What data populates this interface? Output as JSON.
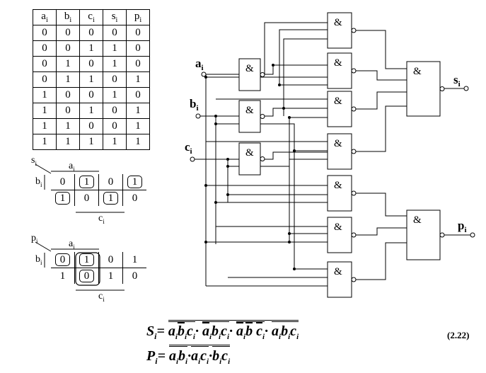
{
  "truth_table": {
    "headers": [
      {
        "base": "a",
        "sub": "i"
      },
      {
        "base": "b",
        "sub": "i"
      },
      {
        "base": "c",
        "sub": "i"
      },
      {
        "base": "s",
        "sub": "i"
      },
      {
        "base": "p",
        "sub": "i"
      }
    ],
    "rows": [
      [
        "0",
        "0",
        "0",
        "0",
        "0"
      ],
      [
        "0",
        "0",
        "1",
        "1",
        "0"
      ],
      [
        "0",
        "1",
        "0",
        "1",
        "0"
      ],
      [
        "0",
        "1",
        "1",
        "0",
        "1"
      ],
      [
        "1",
        "0",
        "0",
        "1",
        "0"
      ],
      [
        "1",
        "0",
        "1",
        "0",
        "1"
      ],
      [
        "1",
        "1",
        "0",
        "0",
        "1"
      ],
      [
        "1",
        "1",
        "1",
        "1",
        "1"
      ]
    ]
  },
  "kmap_s": {
    "function": {
      "base": "s",
      "sub": "i"
    },
    "top_var": {
      "base": "a",
      "sub": "i"
    },
    "left_var": {
      "base": "b",
      "sub": "i"
    },
    "bottom_var": {
      "base": "c",
      "sub": "i"
    },
    "rows": [
      [
        "0",
        "1",
        "0",
        "1"
      ],
      [
        "1",
        "0",
        "1",
        "0"
      ]
    ]
  },
  "kmap_p": {
    "function": {
      "base": "p",
      "sub": "i"
    },
    "top_var": {
      "base": "a",
      "sub": "i"
    },
    "left_var": {
      "base": "b",
      "sub": "i"
    },
    "bottom_var": {
      "base": "c",
      "sub": "i"
    },
    "rows": [
      [
        "0",
        "1",
        "0",
        "1"
      ],
      [
        "1",
        "0",
        "1",
        "0"
      ]
    ]
  },
  "circuit": {
    "gate_symbol": "&",
    "inputs": [
      {
        "base": "a",
        "sub": "i"
      },
      {
        "base": "b",
        "sub": "i"
      },
      {
        "base": "c",
        "sub": "i"
      }
    ],
    "outputs": [
      {
        "base": "s",
        "sub": "i"
      },
      {
        "base": "p",
        "sub": "i"
      }
    ]
  },
  "formulas": {
    "s_lhs": "S",
    "s_sub": "i",
    "p_lhs": "P",
    "p_sub": "i",
    "equals": "=",
    "equation_number": "(2.22)"
  }
}
